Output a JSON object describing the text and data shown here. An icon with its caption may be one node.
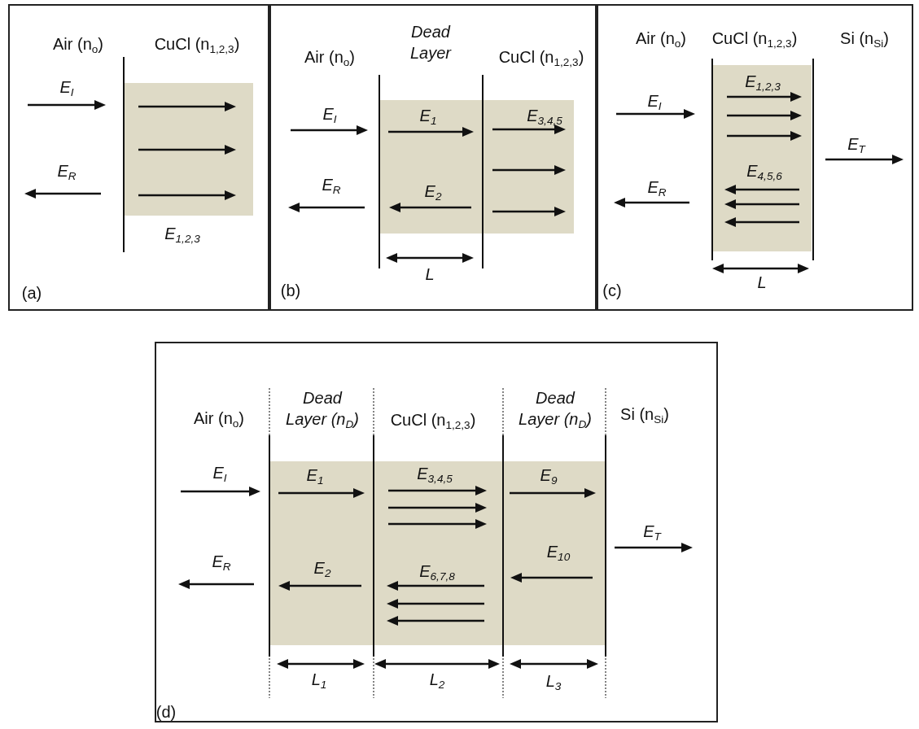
{
  "diagram": {
    "nodes": [
      {
        "text": [
          "Air (n$_{o}$)",
          "CuCl (n$_{1,2,3}$)",
          "E$_{I}$",
          "E$_{R}$",
          "E$_{1,2,3}$",
          "(a)"
        ]
      },
      {
        "text": [
          "Air (n$_{o}$)",
          "Dead Layer",
          "CuCl (n$_{1,2,3}$)",
          "E$_{I}$",
          "E$_{1}$",
          "E$_{3,4,5}$",
          "E$_{R}$",
          "E$_{2}$",
          "L",
          "(b)"
        ]
      },
      {
        "text": [
          "Air (n$_{o}$)",
          "CuCl (n$_{1,2,3}$)",
          "Si (n$_{Si}$)",
          "E$_{1,2,3}$",
          "E$_{I}$",
          "E$_{T}$",
          "E$_{4,5,6}$",
          "E$_{R}$",
          "L",
          "(c)"
        ]
      },
      {
        "text": [
          "Air (n$_{o}$)",
          "Dead Layer (n$_{D}$)",
          "CuCl (n$_{1,2,3}$)",
          "Dead Layer (n$_{D}$)",
          "Si (n$_{Si}$)",
          "E$_{I}$",
          "E$_{1}$",
          "E$_{3,4,5}$",
          "E$_{9}$",
          "E$_{T}$",
          "E$_{10}$",
          "E$_{R}$",
          "E$_{2}$",
          "E$_{6,7,8}$",
          "L$_{1}$",
          "L$_{2}$",
          "L$_{3}$",
          "(d)"
        ]
      }
    ]
  }
}
